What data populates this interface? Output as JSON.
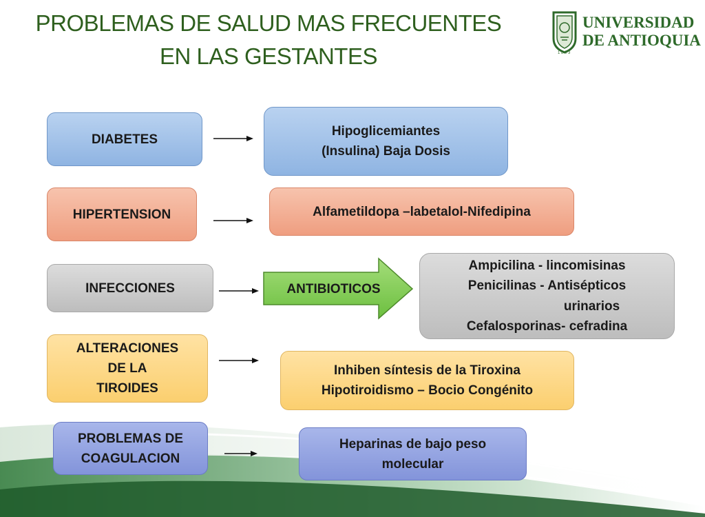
{
  "title": {
    "line1": "PROBLEMAS DE SALUD MAS FRECUENTES",
    "line2": "EN LAS GESTANTES"
  },
  "logo": {
    "line1": "UNIVERSIDAD",
    "line2": "DE ANTIOQUIA",
    "year": "1 8 0 3"
  },
  "colors": {
    "title": "#2e5f1e",
    "blue": "#9dbde8",
    "salmon": "#f2ab8e",
    "gray": "#c8c8c8",
    "yellow": "#fdd88a",
    "purple": "#93a3e0",
    "green_arrow": "#7cc850"
  },
  "problems": [
    {
      "name": "DIABETES"
    },
    {
      "name": "HIPERTENSION"
    },
    {
      "name": "INFECCIONES"
    },
    {
      "name_lines": [
        "ALTERACIONES",
        "DE LA",
        "TIROIDES"
      ]
    },
    {
      "name_lines": [
        "PROBLEMAS DE",
        "COAGULACION"
      ]
    }
  ],
  "treatments": {
    "diabetes": [
      "Hipoglicemiantes",
      "(Insulina) Baja Dosis"
    ],
    "hipertension": "Alfametildopa –labetalol-Nifedipina",
    "infecciones_group": "ANTIBIOTICOS",
    "infecciones": [
      "Ampicilina  - lincomisinas",
      "Penicilinas - Antisépticos",
      "urinarios",
      "Cefalosporinas- cefradina"
    ],
    "tiroides": [
      "Inhiben síntesis  de la Tiroxina",
      "Hipotiroidismo – Bocio Congénito"
    ],
    "coagulacion": [
      "Heparinas de bajo peso",
      "molecular"
    ]
  }
}
